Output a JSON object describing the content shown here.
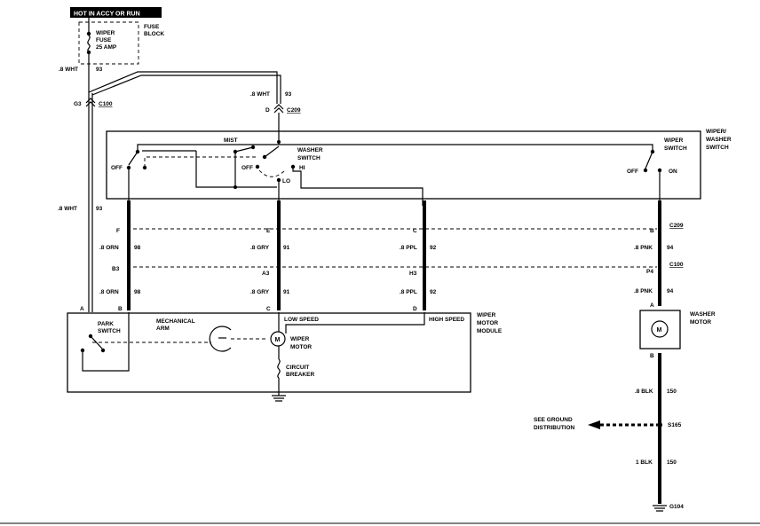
{
  "header": {
    "power_label": "HOT IN ACCY OR RUN"
  },
  "fuse": {
    "name_line1": "WIPER",
    "name_line2": "FUSE",
    "rating": "25 AMP",
    "block_line1": "FUSE",
    "block_line2": "BLOCK"
  },
  "wires": {
    "feed_left_size": ".8 WHT",
    "feed_left_circuit": "93",
    "feed_right_size": ".8 WHT",
    "feed_right_circuit": "93",
    "left_vert_size": ".8 WHT",
    "left_vert_circuit": "93",
    "orn_upper_size": ".8 ORN",
    "orn_upper_circuit": "98",
    "orn_lower_size": ".8 ORN",
    "orn_lower_circuit": "98",
    "gry_upper_size": ".8 GRY",
    "gry_upper_circuit": "91",
    "gry_lower_size": ".8 GRY",
    "gry_lower_circuit": "91",
    "ppl_upper_size": ".8 PPL",
    "ppl_upper_circuit": "92",
    "ppl_lower_size": ".8 PPL",
    "ppl_lower_circuit": "92",
    "pnk_upper_size": ".8 PNK",
    "pnk_upper_circuit": "94",
    "pnk_lower_size": ".8 PNK",
    "pnk_lower_circuit": "94",
    "blk_upper_size": ".8 BLK",
    "blk_upper_circuit": "150",
    "blk_lower_size": "1 BLK",
    "blk_lower_circuit": "150"
  },
  "connectors": {
    "g3": "G3",
    "c100_top": "C100",
    "d": "D",
    "c209_top": "C209",
    "f": "F",
    "e": "E",
    "c": "C",
    "b": "B",
    "c209_right": "C209",
    "b3": "B3",
    "a3": "A3",
    "h3": "H3",
    "p4": "P4",
    "c100_right": "C100",
    "mod_a": "A",
    "mod_b": "B",
    "mod_c": "C",
    "mod_d": "D",
    "motor_a": "A",
    "motor_b": "B"
  },
  "switch_module": {
    "title_line1": "WIPER/",
    "title_line2": "WASHER",
    "title_line3": "SWITCH",
    "mist": "MIST",
    "washer_line1": "WASHER",
    "washer_line2": "SWITCH",
    "off_left": "OFF",
    "off_mid": "OFF",
    "hi": "HI",
    "lo": "LO",
    "wiper_sw_line1": "WIPER",
    "wiper_sw_line2": "SWITCH",
    "off_right": "OFF",
    "on": "ON"
  },
  "motor_module": {
    "title_line1": "WIPER",
    "title_line2": "MOTOR",
    "title_line3": "MODULE",
    "park_line1": "PARK",
    "park_line2": "SWITCH",
    "arm_line1": "MECHANICAL",
    "arm_line2": "ARM",
    "motor_symbol": "M",
    "motor_line1": "WIPER",
    "motor_line2": "MOTOR",
    "breaker_line1": "CIRCUIT",
    "breaker_line2": "BREAKER",
    "low_speed": "LOW SPEED",
    "high_speed": "HIGH SPEED"
  },
  "washer_motor": {
    "title_line1": "WASHER",
    "title_line2": "MOTOR",
    "symbol": "M"
  },
  "ground": {
    "note_line1": "SEE GROUND",
    "note_line2": "DISTRIBUTION",
    "splice": "S165",
    "ground_id": "G104"
  }
}
